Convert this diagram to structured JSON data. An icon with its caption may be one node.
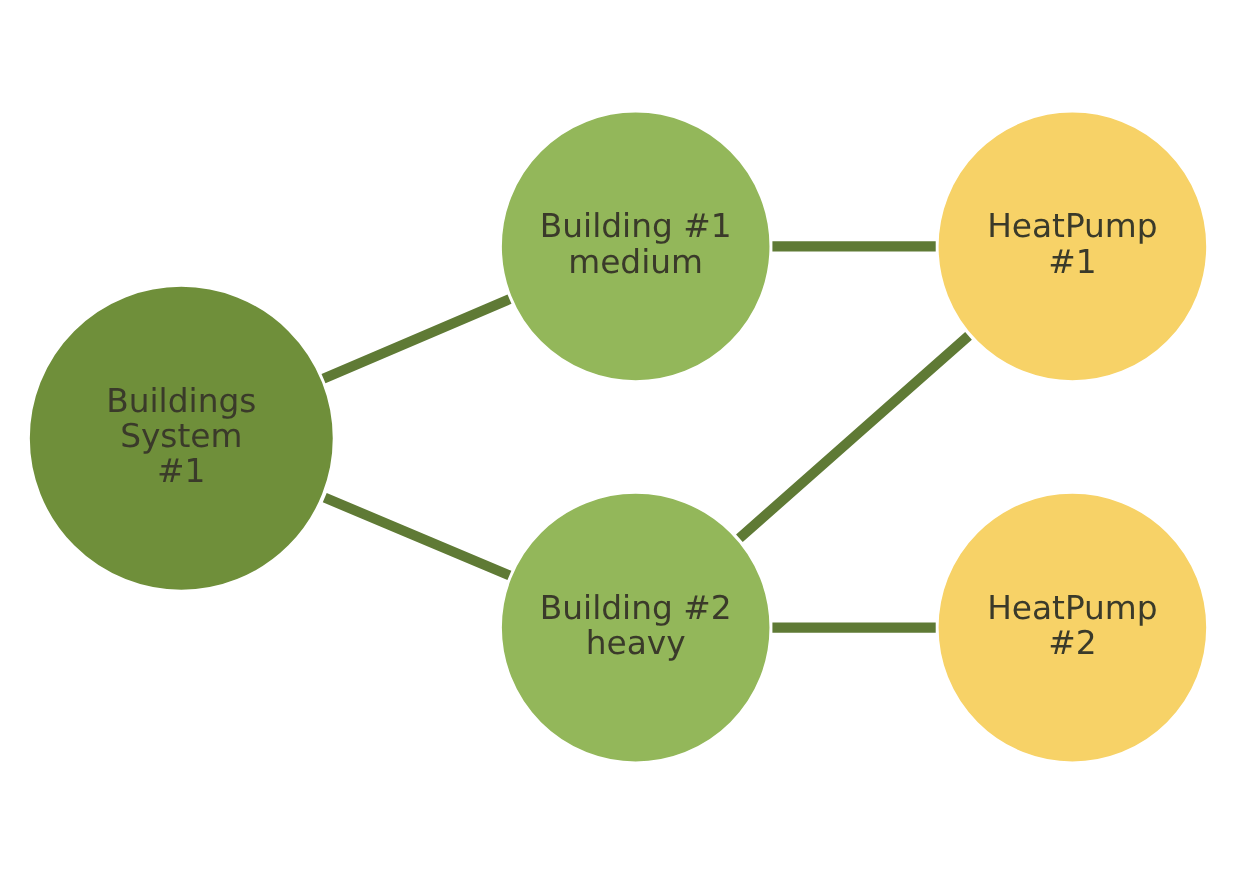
{
  "diagram": {
    "nodes": [
      {
        "text": [
          "Buildings System #1"
        ]
      },
      {
        "text": [
          "Building #1 medium"
        ]
      },
      {
        "text": [
          "Building #2 heavy"
        ]
      },
      {
        "text": [
          "HeatPump #1"
        ]
      },
      {
        "text": [
          "HeatPump #2"
        ]
      }
    ],
    "edges": [
      {
        "from": 0,
        "to": 1,
        "arrow": "none"
      },
      {
        "from": 0,
        "to": 2,
        "arrow": "none"
      },
      {
        "from": 1,
        "to": 3,
        "arrow": "none"
      },
      {
        "from": 2,
        "to": 3,
        "arrow": "none"
      },
      {
        "from": 2,
        "to": 4,
        "arrow": "none"
      }
    ]
  }
}
